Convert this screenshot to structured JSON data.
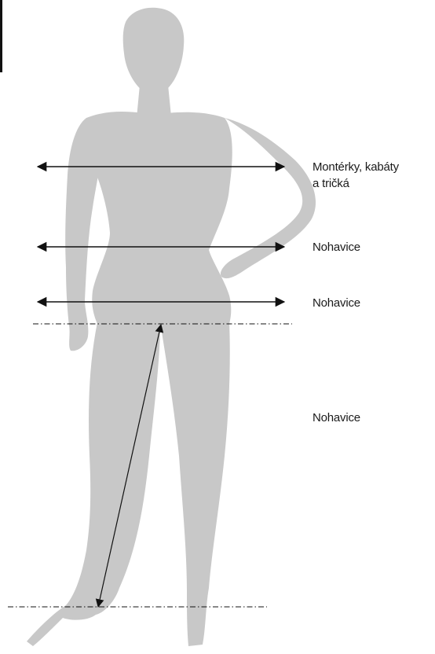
{
  "labels": {
    "chest_line1": "Montérky, kabáty",
    "chest_line2": "a tričká",
    "waist": "Nohavice",
    "hips": "Nohavice",
    "inseam": "Nohavice"
  },
  "colors": {
    "silhouette": "#c8c8c8",
    "lines": "#111111",
    "text": "#1a1a1a"
  }
}
